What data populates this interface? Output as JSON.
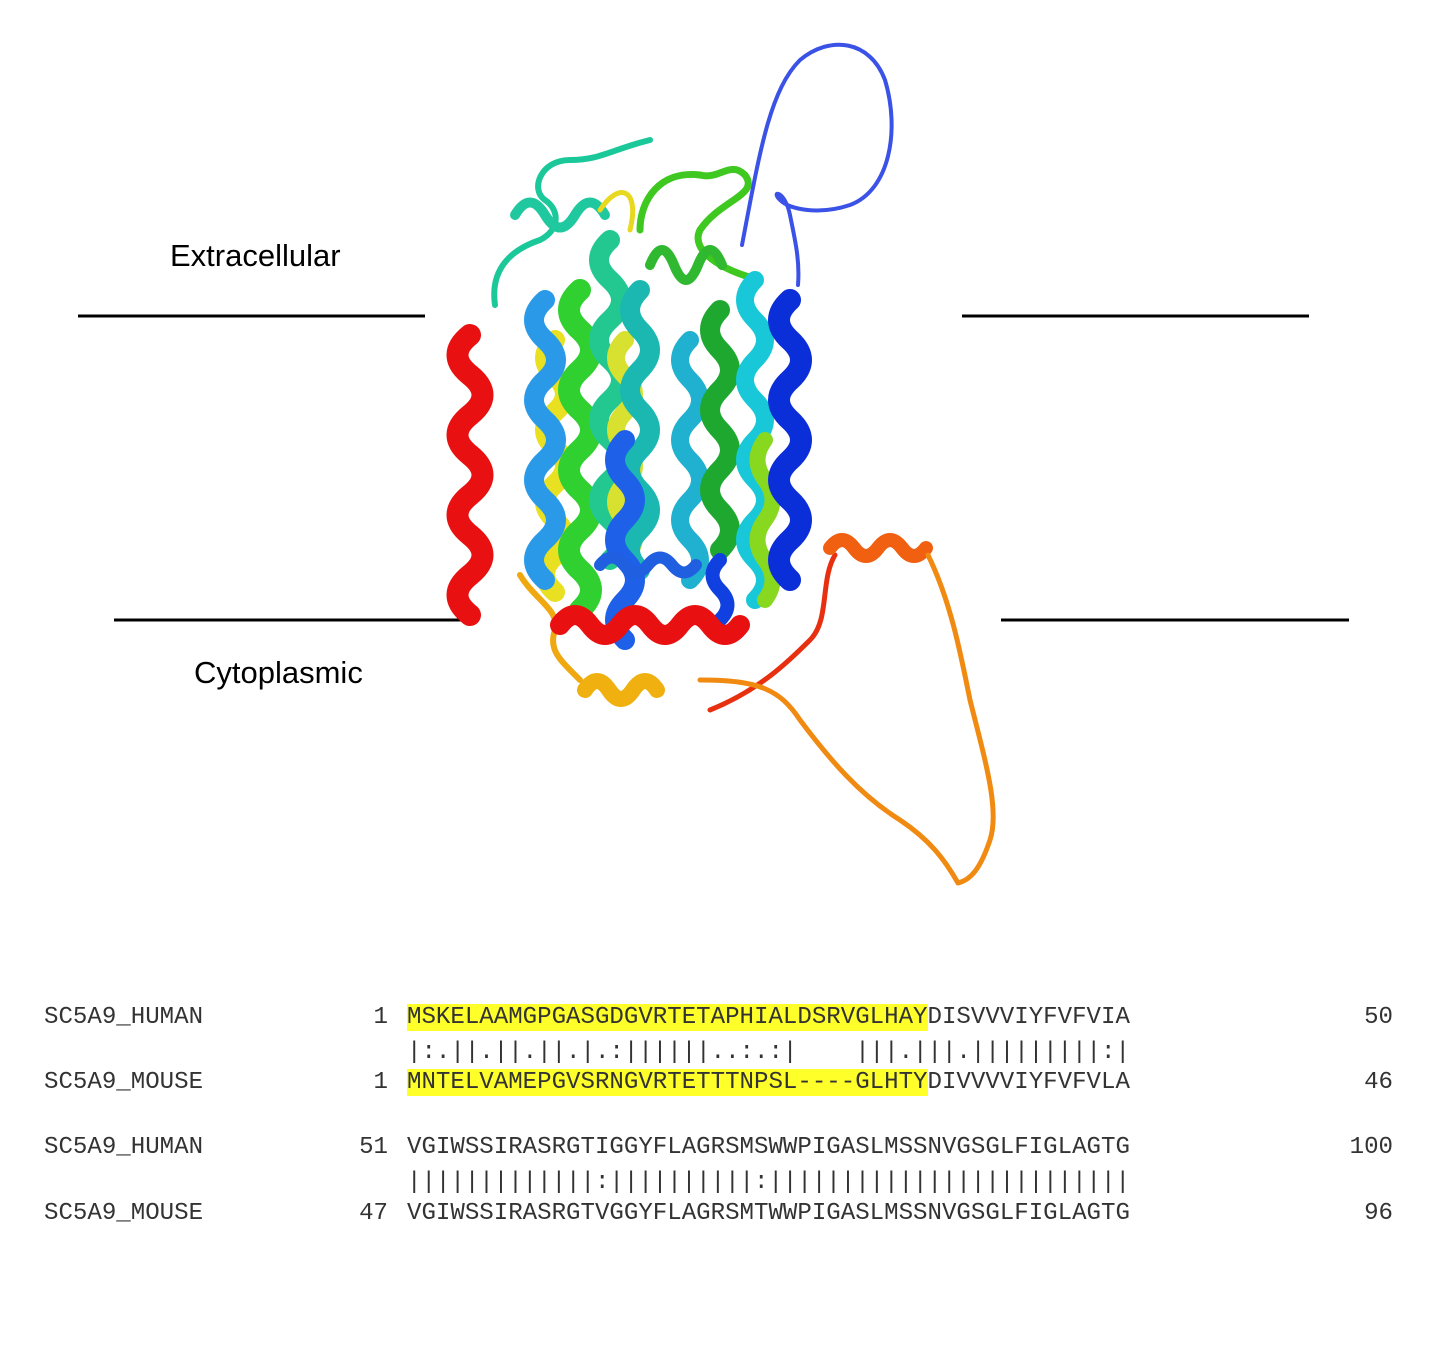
{
  "labels": {
    "extracellular": "Extracellular",
    "cytoplasmic": "Cytoplasmic"
  },
  "colors": {
    "membrane_line": "#000000",
    "highlight": "#ffff2a",
    "ribbon_gradient": [
      "#1f3fe0",
      "#1ea8e6",
      "#19d8c8",
      "#22c84a",
      "#b8e020",
      "#f0e020",
      "#f5a20a",
      "#f06010",
      "#e81010"
    ]
  },
  "alignment": {
    "blocks": [
      {
        "human": {
          "name": "SC5A9_HUMAN",
          "start": "1",
          "highlighted": "MSKELAAMGPGASGDGVRTETAPHIALDSRVGLHAY",
          "rest": "DISVVVIYFVFVIA",
          "end": "50"
        },
        "match": "|:.||.||.||.|.:||||||..:.:|    |||.|||.|||||||||:|",
        "mouse": {
          "name": "SC5A9_MOUSE",
          "start": "1",
          "highlighted": "MNTELVAMEPGVSRNGVRTETTTNPSL----GLHTY",
          "rest": "DIVVVVIYFVFVLA",
          "end": "46"
        }
      },
      {
        "human": {
          "name": "SC5A9_HUMAN",
          "start": "51",
          "highlighted": "",
          "rest": "VGIWSSIRASRGTIGGYFLAGRSMSWWPIGASLMSSNVGSGLFIGLAGTG",
          "end": "100"
        },
        "match": "|||||||||||||:||||||||||:|||||||||||||||||||||||||",
        "mouse": {
          "name": "SC5A9_MOUSE",
          "start": "47",
          "highlighted": "",
          "rest": "VGIWSSIRASRGTVGGYFLAGRSMTWWPIGASLMSSNVGSGLFIGLAGTG",
          "end": "96"
        }
      }
    ]
  }
}
